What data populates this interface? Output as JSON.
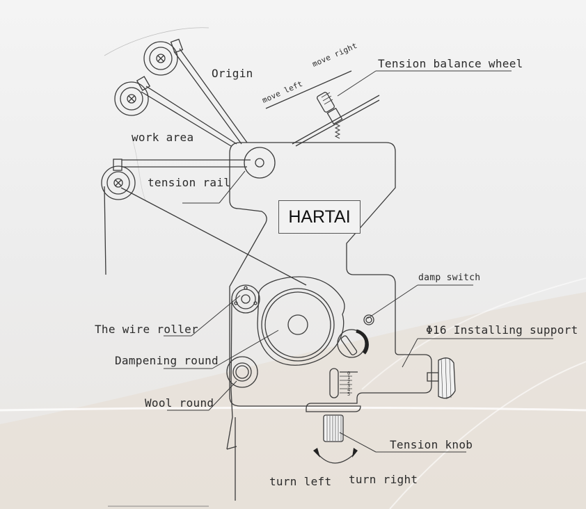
{
  "brand": "HARTAI",
  "labels": {
    "origin": "Origin",
    "move_left": "move left",
    "move_right": "move right",
    "tension_balance_wheel": "Tension balance wheel",
    "work_area": "work area",
    "tension_rail": "tension rail",
    "damp_switch": "damp switch",
    "installing_support": "Φ16 Installing support",
    "wire_roller": "The wire roller",
    "dampening_round": "Dampening round",
    "wool_round": "Wool round",
    "tension_knob": "Tension knob",
    "turn_left": "turn left",
    "turn_right": "turn right"
  },
  "scale_numbers": [
    "0",
    "1",
    "2",
    "3",
    "4",
    "5"
  ]
}
